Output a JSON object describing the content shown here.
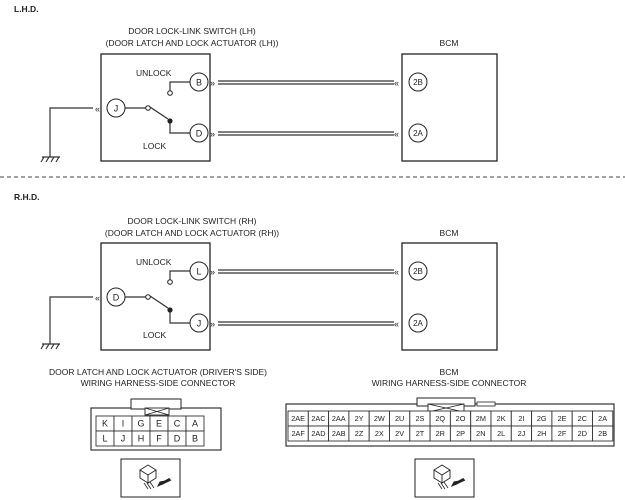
{
  "lhd": {
    "section": "L.H.D.",
    "switch_title_1": "DOOR LOCK-LINK SWITCH (LH)",
    "switch_title_2": "(DOOR LATCH AND LOCK ACTUATOR (LH))",
    "bcm": "BCM",
    "unlock": "UNLOCK",
    "lock": "LOCK",
    "ground_pin": "J",
    "pin_unlock": "B",
    "pin_lock": "D",
    "bcm_pin_unlock": "2B",
    "bcm_pin_lock": "2A"
  },
  "rhd": {
    "section": "R.H.D.",
    "switch_title_1": "DOOR LOCK-LINK SWITCH (RH)",
    "switch_title_2": "(DOOR LATCH AND LOCK ACTUATOR (RH))",
    "bcm": "BCM",
    "unlock": "UNLOCK",
    "lock": "LOCK",
    "ground_pin": "D",
    "pin_unlock": "L",
    "pin_lock": "J",
    "bcm_pin_unlock": "2B",
    "bcm_pin_lock": "2A"
  },
  "connectors": {
    "left_title_1": "DOOR LATCH AND LOCK ACTUATOR (DRIVER'S SIDE)",
    "left_title_2": "WIRING HARNESS-SIDE CONNECTOR",
    "left_rows": [
      [
        "K",
        "I",
        "G",
        "E",
        "C",
        "A"
      ],
      [
        "L",
        "J",
        "H",
        "F",
        "D",
        "B"
      ]
    ],
    "right_title_1": "BCM",
    "right_title_2": "WIRING HARNESS-SIDE CONNECTOR",
    "right_rows": [
      [
        "2AE",
        "2AC",
        "2AA",
        "2Y",
        "2W",
        "2U",
        "2S",
        "2Q",
        "2O",
        "2M",
        "2K",
        "2I",
        "2G",
        "2E",
        "2C",
        "2A"
      ],
      [
        "2AF",
        "2AD",
        "2AB",
        "2Z",
        "2X",
        "2V",
        "2T",
        "2R",
        "2P",
        "2N",
        "2L",
        "2J",
        "2H",
        "2F",
        "2D",
        "2B"
      ]
    ]
  }
}
